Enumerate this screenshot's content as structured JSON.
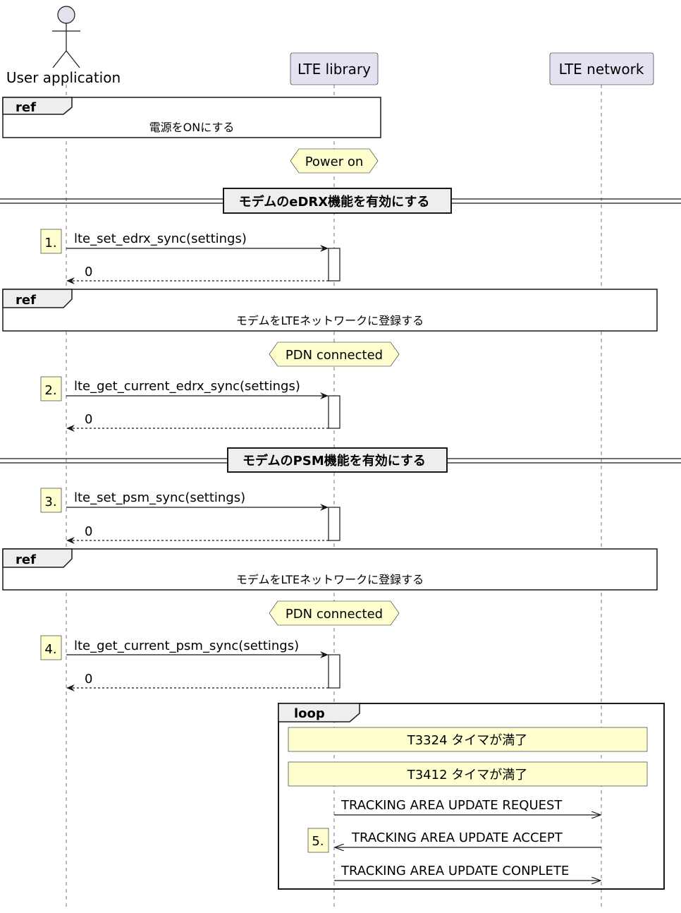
{
  "participants": {
    "user": "User application",
    "lib": "LTE library",
    "net": "LTE network"
  },
  "refs": {
    "ref1_tag": "ref",
    "ref1_text": "電源をONにする",
    "ref2_tag": "ref",
    "ref2_text": "モデムをLTEネットワークに登録する",
    "ref3_tag": "ref",
    "ref3_text": "モデムをLTEネットワークに登録する"
  },
  "states": {
    "power_on": "Power on",
    "pdn1": "PDN connected",
    "pdn2": "PDN connected"
  },
  "dividers": {
    "edrx": "モデムのeDRX機能を有効にする",
    "psm": "モデムのPSM機能を有効にする"
  },
  "steps": {
    "s1": "1.",
    "s2": "2.",
    "s3": "3.",
    "s4": "4.",
    "s5": "5."
  },
  "messages": {
    "m1": "lte_set_edrx_sync(settings)",
    "r1": "0",
    "m2": "lte_get_current_edrx_sync(settings)",
    "r2": "0",
    "m3": "lte_set_psm_sync(settings)",
    "r3": "0",
    "m4": "lte_get_current_psm_sync(settings)",
    "r4": "0",
    "tau_req": "TRACKING AREA UPDATE REQUEST",
    "tau_acc": "TRACKING AREA UPDATE ACCEPT",
    "tau_cmp": "TRACKING AREA UPDATE CONPLETE"
  },
  "loop": {
    "tag": "loop",
    "note1": "T3324 タイマが満了",
    "note2": "T3412 タイマが満了"
  },
  "colors": {
    "participant_fill": "#e2e2f0",
    "note_fill": "#fefece",
    "frame_tag_fill": "#eeeeee",
    "line": "#181818"
  }
}
